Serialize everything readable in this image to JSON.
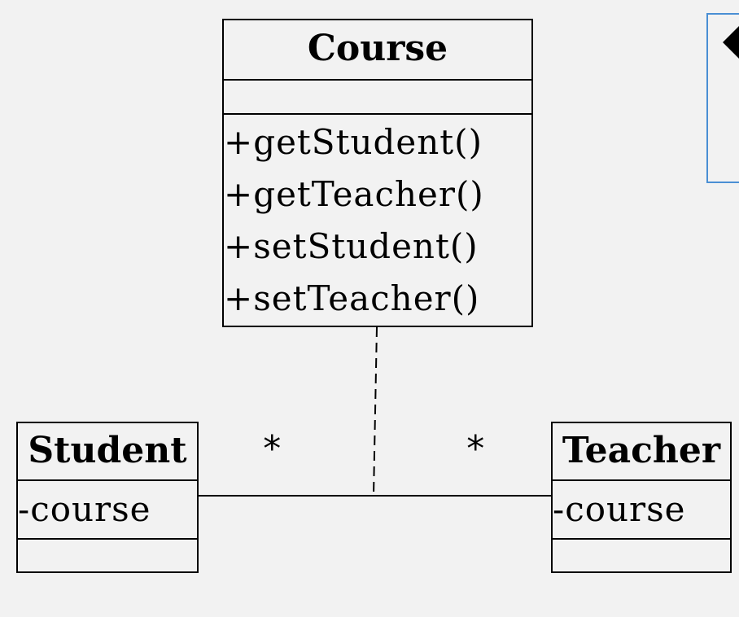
{
  "classes": {
    "course": {
      "name": "Course",
      "operations": [
        "+getStudent()",
        "+getTeacher()",
        "+setStudent()",
        "+setTeacher()"
      ]
    },
    "student": {
      "name": "Student",
      "attributes": [
        "-course"
      ]
    },
    "teacher": {
      "name": "Teacher",
      "attributes": [
        "-course"
      ]
    }
  },
  "association": {
    "student_multiplicity": "*",
    "teacher_multiplicity": "*"
  },
  "colors": {
    "background": "#f2f2f2",
    "lines": "#000000",
    "note_border": "#4a8fd4"
  }
}
